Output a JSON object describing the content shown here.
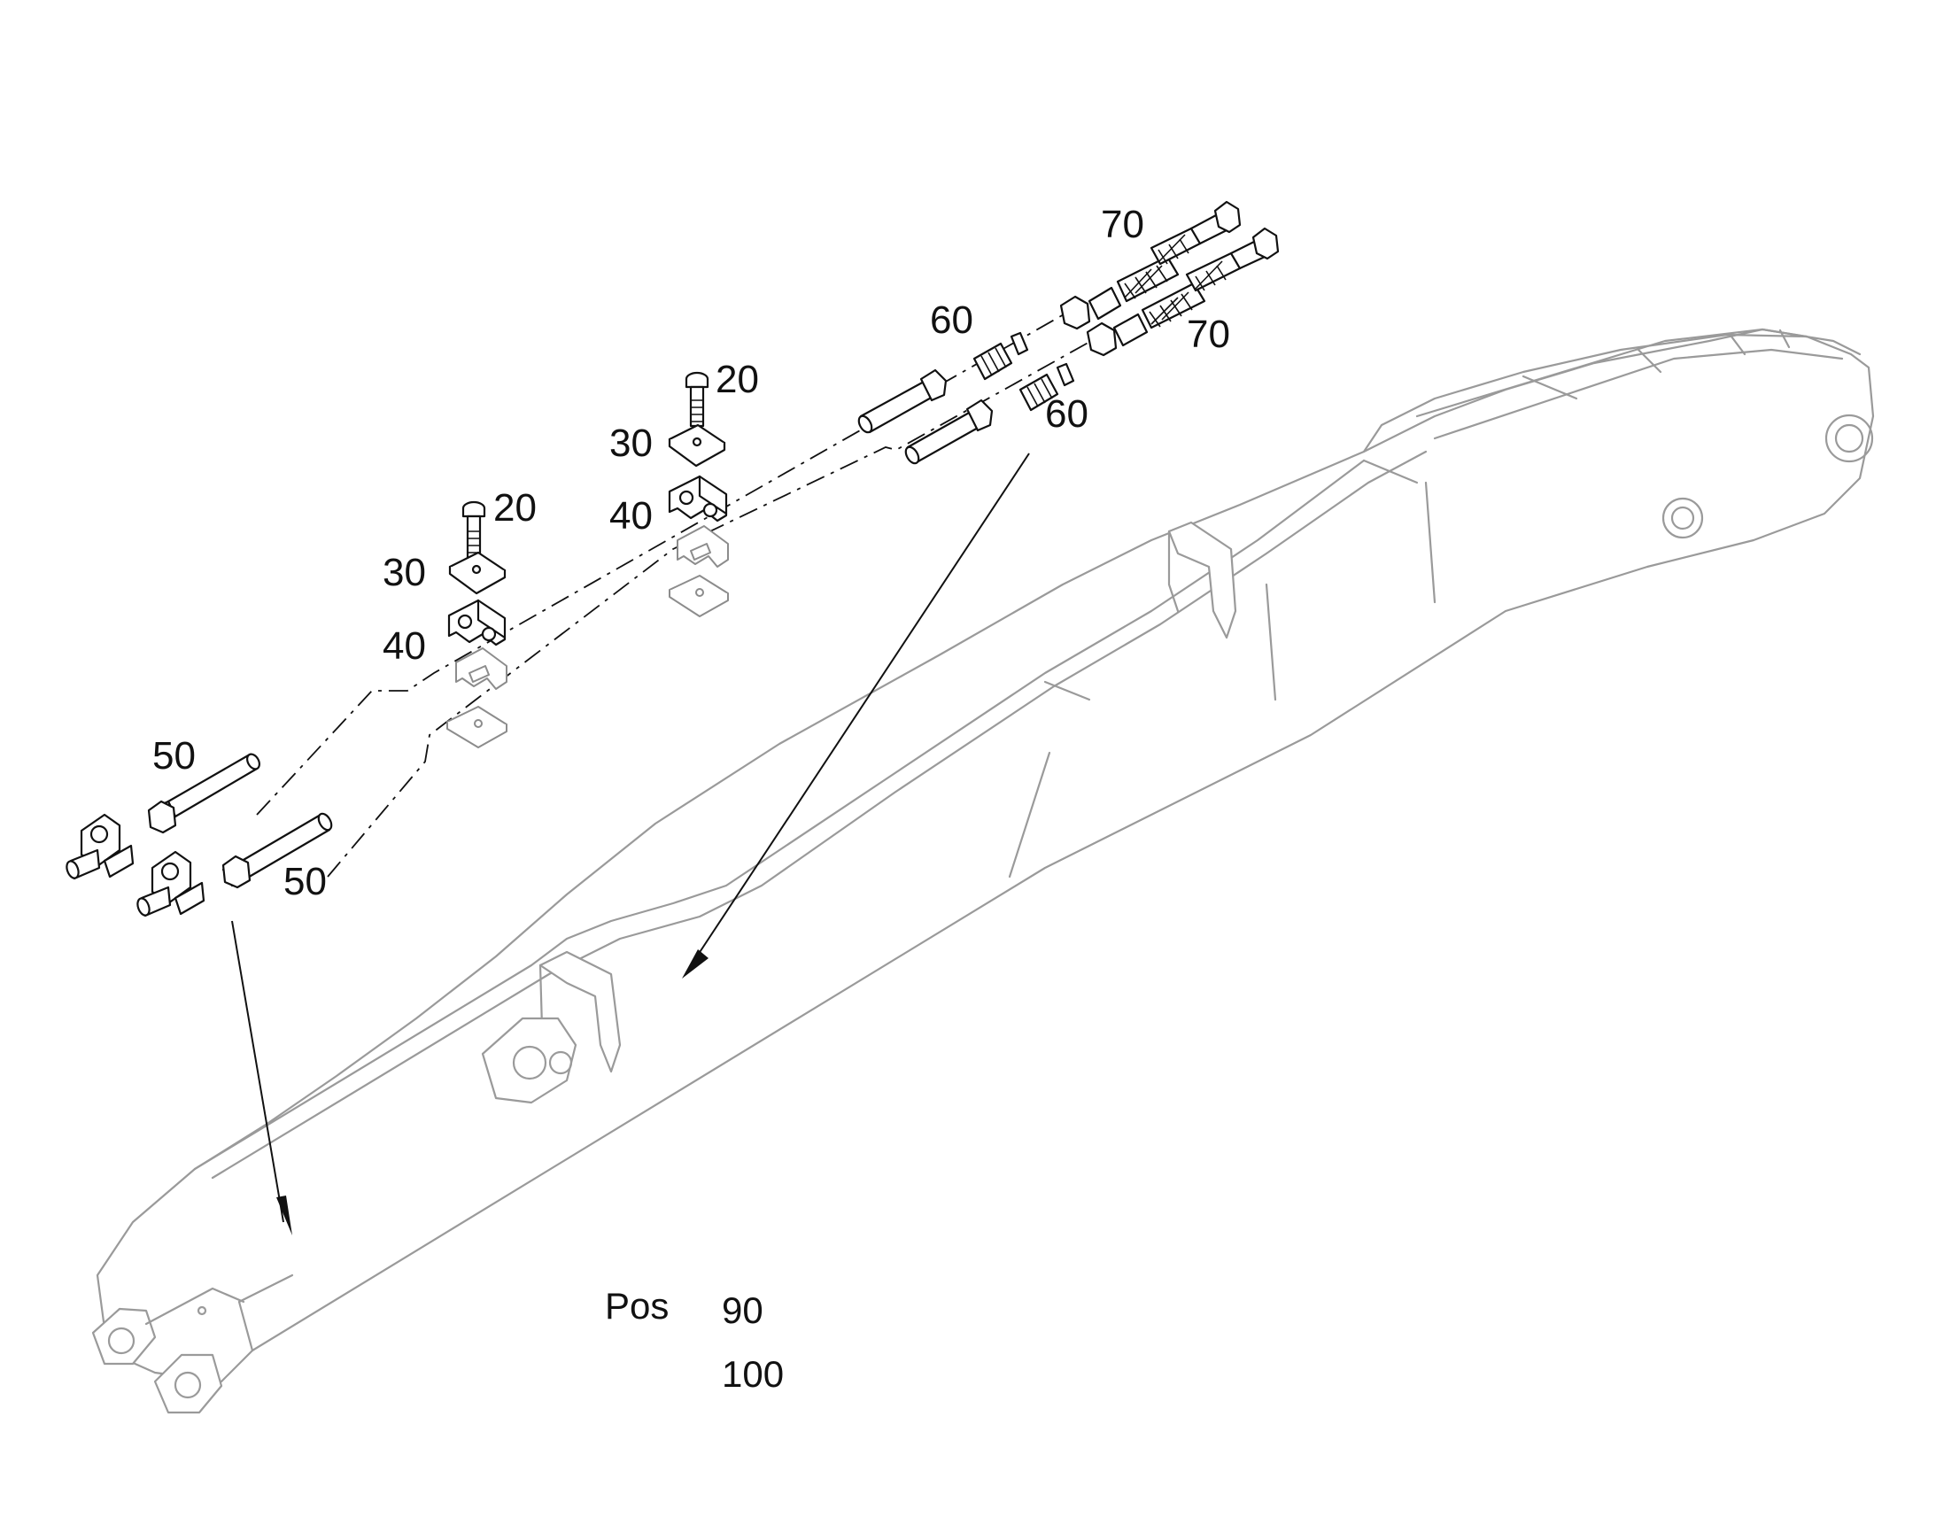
{
  "diagram": {
    "callouts": {
      "c70a": "70",
      "c70b": "70",
      "c60a": "60",
      "c60b": "60",
      "c20a": "20",
      "c20b": "20",
      "c30a": "30",
      "c30b": "30",
      "c40a": "40",
      "c40b": "40",
      "c50a": "50",
      "c50b": "50"
    },
    "pos_label": "Pos",
    "pos_values": [
      "90",
      "100"
    ]
  }
}
